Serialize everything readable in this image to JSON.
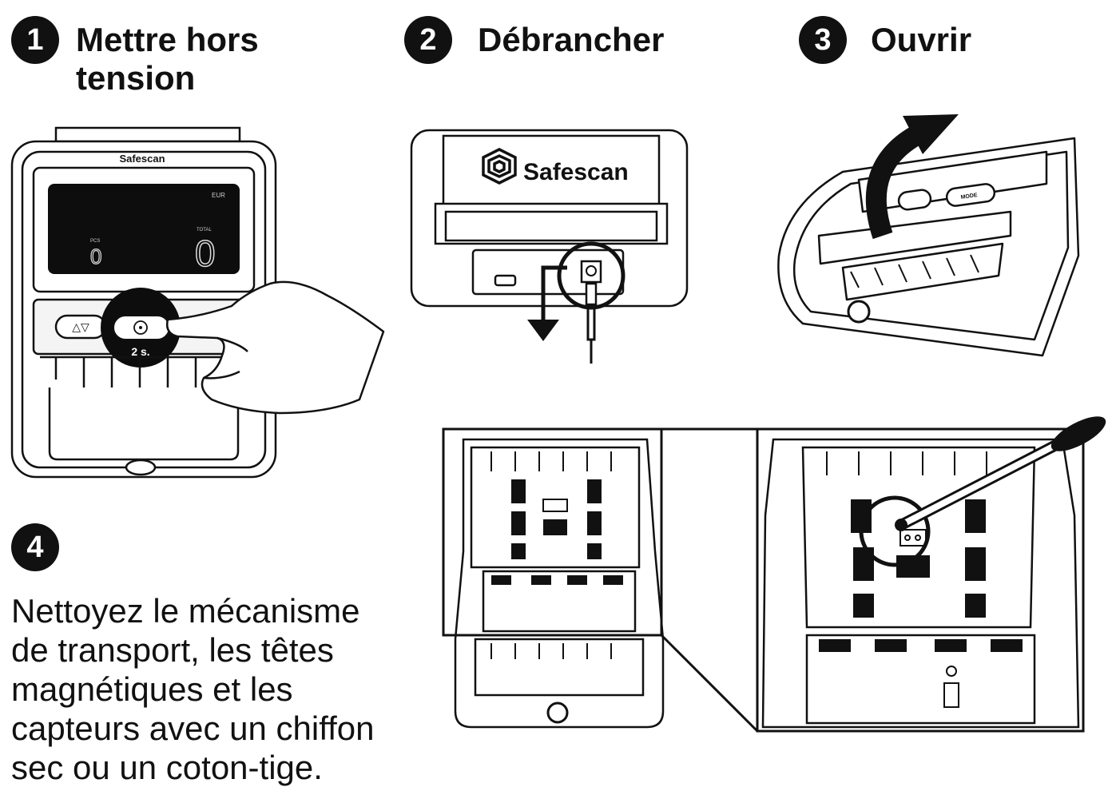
{
  "steps": [
    {
      "number": "1",
      "title_line1": "Mettre hors",
      "title_line2": "tension"
    },
    {
      "number": "2",
      "title": "Débrancher"
    },
    {
      "number": "3",
      "title": "Ouvrir"
    },
    {
      "number": "4"
    }
  ],
  "instruction": {
    "line1": "Nettoyez le mécanisme",
    "line2": "de transport, les têtes",
    "line3": "magnétiques et les",
    "line4": "capteurs avec un chiffon",
    "line5": "sec ou un coton-tige."
  },
  "device_front": {
    "brand": "Safescan",
    "currency": "EUR",
    "pcs_label": "PCS",
    "total_label": "TOTAL",
    "pcs_value": "0",
    "total_value": "0",
    "arrows": "△▽",
    "hold_time": "2 s."
  },
  "device_back": {
    "brand": "Safescan"
  },
  "device_top": {
    "button_label": "MODE"
  },
  "colors": {
    "ink": "#111111",
    "panel": "#ffffff",
    "display": "#0d0d0d"
  },
  "icons": {
    "power": "power-icon",
    "unplug_arrow": "down-arrow-icon",
    "open_arrow": "curved-arrow-icon",
    "logo": "safescan-logo-icon"
  }
}
